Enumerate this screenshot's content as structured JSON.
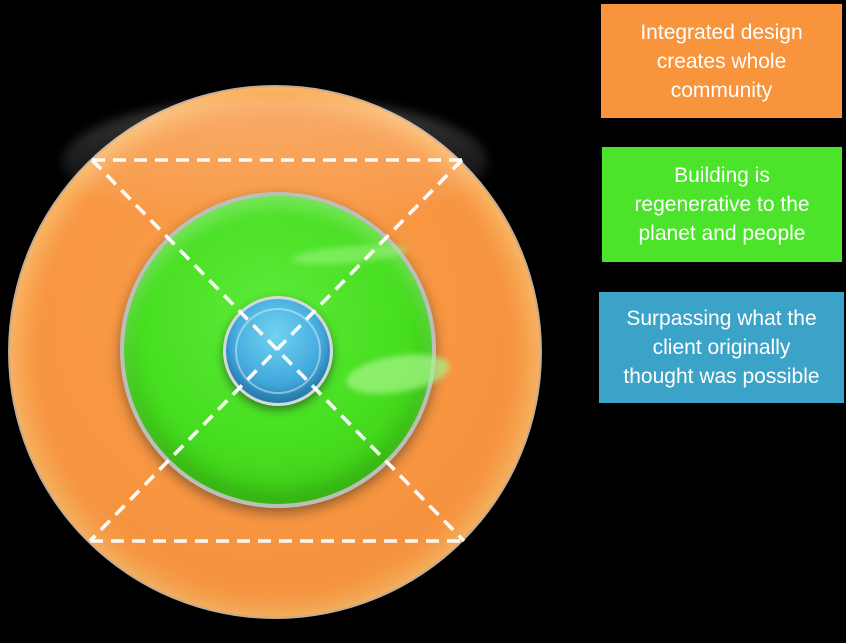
{
  "diagram": {
    "background_color": "#000000",
    "rings": [
      {
        "name": "outer-ring",
        "color": "#F79440"
      },
      {
        "name": "middle-ring",
        "color": "#47DE20"
      },
      {
        "name": "inner-ring",
        "color": "#45ACDD"
      }
    ],
    "guides": {
      "color": "#FFFFFF",
      "style": "dashed"
    }
  },
  "legend": {
    "boxes": [
      {
        "label": "Integrated design\ncreates whole\ncommunity",
        "color": "#F8953C"
      },
      {
        "label": "Building is\nregenerative to the\nplanet and people",
        "color": "#4CE42A"
      },
      {
        "label": "Surpassing what the\nclient originally\nthought was possible",
        "color": "#3CA3C8"
      }
    ]
  }
}
